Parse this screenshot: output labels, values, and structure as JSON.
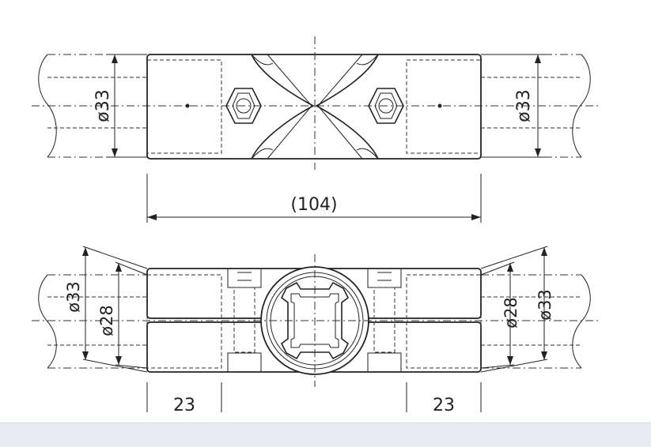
{
  "dimensions": {
    "top_view": {
      "left_diameter": "ø33",
      "right_diameter": "ø33",
      "overall_length": "(104)"
    },
    "side_view": {
      "left_outer_diameter": "ø33",
      "left_inner_diameter": "ø28",
      "right_inner_diameter": "ø28",
      "right_outer_diameter": "ø33",
      "left_socket_length": "23",
      "right_socket_length": "23"
    }
  },
  "colors": {
    "line": "#222222",
    "background": "#ffffff",
    "footer_bar": "#e9edf1"
  }
}
